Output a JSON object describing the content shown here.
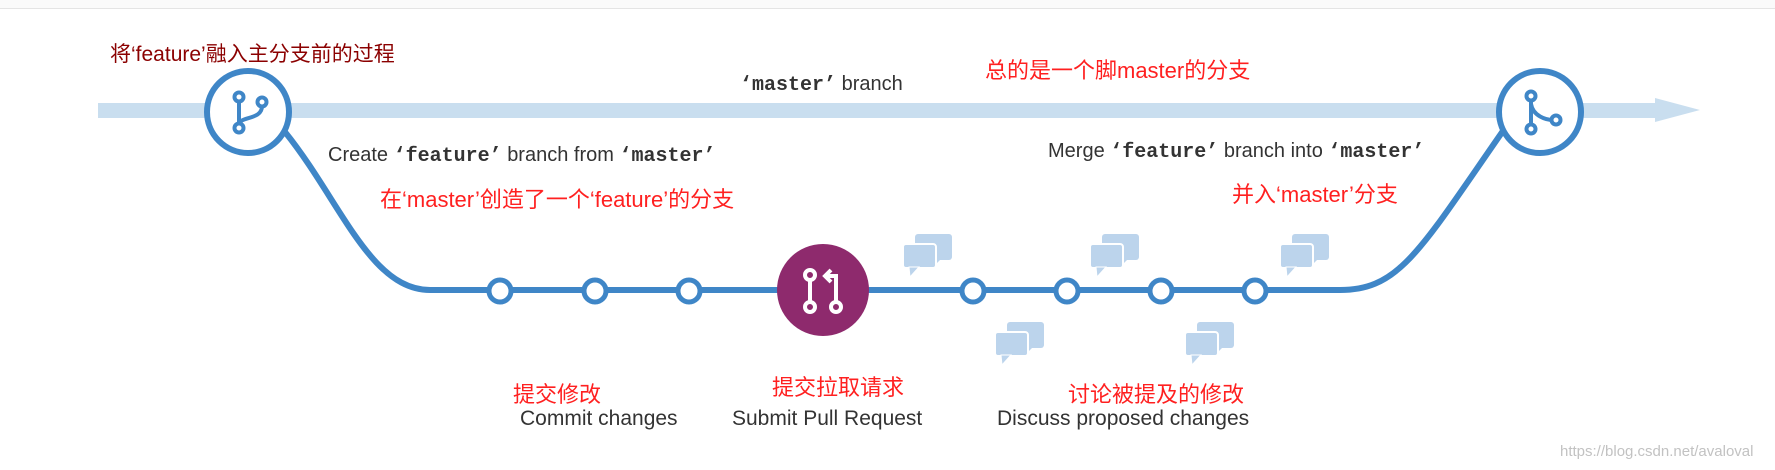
{
  "colors": {
    "branch_line": "#3f86c7",
    "master_band": "#c9deef",
    "pull_request": "#8e2a6d",
    "comment": "#bcd4ec",
    "annotation_red": "#ff2020",
    "annotation_darkred": "#8b0000"
  },
  "annotations": {
    "title_cn": "将‘feature’融入主分支前的过程",
    "master_cn": "总的是一个脚master的分支",
    "create_cn": "在‘master’创造了一个‘feature’的分支",
    "merge_cn": "并入‘master’分支",
    "commit_cn": "提交修改",
    "pr_cn": "提交拉取请求",
    "discuss_cn": "讨论被提及的修改"
  },
  "master": {
    "name": "‘master’",
    "suffix": "branch"
  },
  "create": {
    "prefix": "Create",
    "feature": "‘feature’",
    "middle": "branch from",
    "master": "‘master’"
  },
  "merge": {
    "prefix": "Merge",
    "feature": "‘feature’",
    "middle": "branch into",
    "master": "‘master’"
  },
  "labels": {
    "commit": "Commit changes",
    "pull_request": "Submit Pull Request",
    "discuss": "Discuss proposed changes"
  },
  "icons": {
    "branch": "git-branch-icon",
    "merge": "git-merge-icon",
    "pull_request": "pull-request-icon",
    "comment": "comment-bubbles-icon"
  },
  "watermark": "https://blog.csdn.net/avaloval"
}
